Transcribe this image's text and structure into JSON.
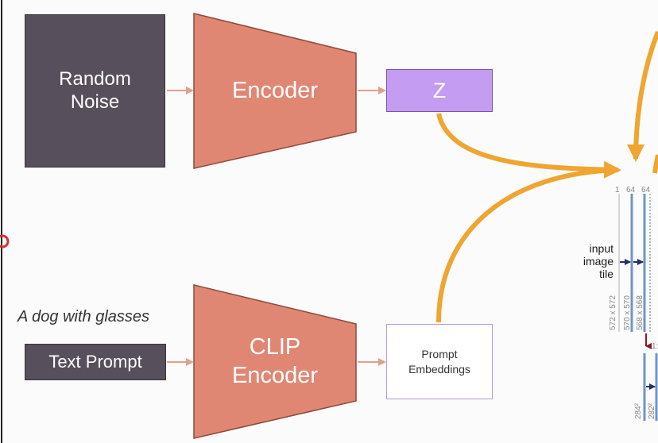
{
  "blocks": {
    "random_noise": "Random\nNoise",
    "encoder": "Encoder",
    "z": "Z",
    "text_prompt": "Text Prompt",
    "clip_encoder": "CLIP\nEncoder",
    "prompt_embeddings": "Prompt\nEmbeddings"
  },
  "caption": "A dog with glasses",
  "unet": {
    "input_label": "input\nimage\ntile",
    "channel_labels": [
      "1",
      "64",
      "64"
    ],
    "size_labels": [
      "572 x 572",
      "570 x 570",
      "568 x 568"
    ],
    "down_size_labels": [
      "284²",
      "282²"
    ],
    "cut_label": "1:"
  },
  "colors": {
    "dark_box": "#574f5b",
    "encoder": "#e08774",
    "z_box": "#c49cf2",
    "arrow_thin": "#e0a08f",
    "arrow_orange": "#efa52f",
    "unet_line": "#6f95c9",
    "unet_arrow": "#1f2f6b",
    "unet_down": "#8b1a1a"
  }
}
